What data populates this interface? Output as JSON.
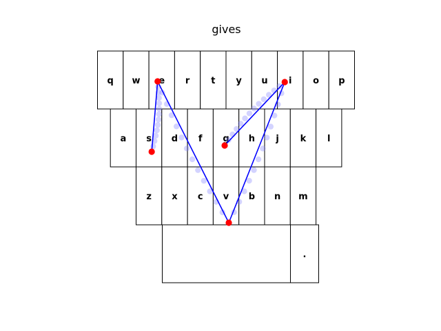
{
  "title": "gives",
  "keyboard": {
    "rows": [
      [
        "q",
        "w",
        "e",
        "r",
        "t",
        "y",
        "u",
        "i",
        "o",
        "p"
      ],
      [
        "a",
        "s",
        "d",
        "f",
        "g",
        "h",
        "j",
        "k",
        "l"
      ],
      [
        "z",
        "x",
        "c",
        "v",
        "b",
        "n",
        "m"
      ],
      [
        "",
        "."
      ]
    ]
  },
  "gesture": {
    "keys_visited": [
      "s",
      "e",
      "v",
      "i",
      "g"
    ],
    "path_color": "#0000ff",
    "sample_color": "#8080ff",
    "endpoint_color": "#ff0000"
  }
}
